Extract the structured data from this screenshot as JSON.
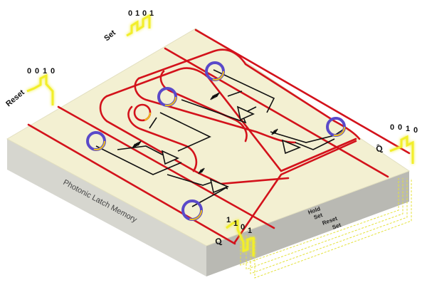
{
  "chip_label": "Photonic Latch Memory",
  "colors": {
    "chip_top": "#f3f0d2",
    "chip_side": "#b9b9b3",
    "chip_front": "#d6d6cf",
    "waveguide": "#d3121b",
    "ring_outer": "#5a49c9",
    "ring_inner": "#f0c21a",
    "signal": "#f2ee2a",
    "signal_glow": "#f7f6a6"
  },
  "inputs": {
    "set": {
      "label": "Set",
      "bits": [
        "0",
        "1",
        "0",
        "1"
      ]
    },
    "reset": {
      "label": "Reset",
      "bits": [
        "0",
        "0",
        "1",
        "0"
      ]
    }
  },
  "outputs": {
    "q": {
      "label": "Q",
      "bits": [
        "1",
        "1",
        "0",
        "1"
      ]
    },
    "q_bar": {
      "label": "Q̄",
      "bits": [
        "0",
        "0",
        "1",
        "0"
      ]
    }
  },
  "timeline": [
    "Hold",
    "Set",
    "Reset",
    "Set"
  ]
}
